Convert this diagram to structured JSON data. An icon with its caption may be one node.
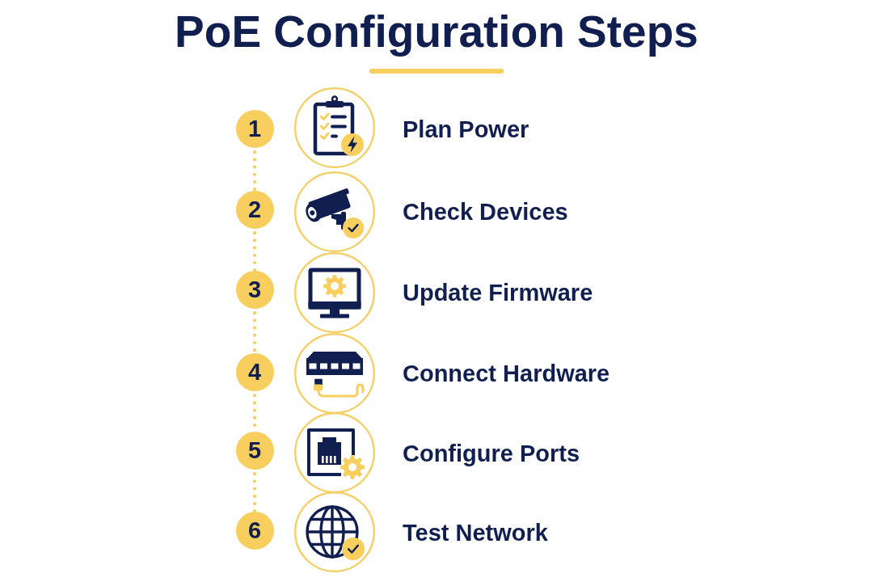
{
  "diagram": {
    "title": "PoE Configuration Steps",
    "nodes": [
      {
        "text": [
          "1"
        ]
      },
      {
        "text": [
          "2"
        ]
      },
      {
        "text": [
          "3"
        ]
      },
      {
        "text": [
          "4"
        ]
      },
      {
        "text": [
          "5"
        ]
      },
      {
        "text": [
          "6"
        ]
      }
    ],
    "edges": [
      {
        "from": 0,
        "to": 1,
        "arrow": "none",
        "style": "dashed"
      },
      {
        "from": 1,
        "to": 2,
        "arrow": "none",
        "style": "dashed"
      },
      {
        "from": 2,
        "to": 3,
        "arrow": "none",
        "style": "dashed"
      },
      {
        "from": 3,
        "to": 4,
        "arrow": "none",
        "style": "dashed"
      },
      {
        "from": 4,
        "to": 5,
        "arrow": "none",
        "style": "dashed"
      }
    ],
    "labels": [
      "Plan Power",
      "Check Devices",
      "Update Firmware",
      "Connect Hardware",
      "Configure Ports",
      "Test Network"
    ]
  }
}
